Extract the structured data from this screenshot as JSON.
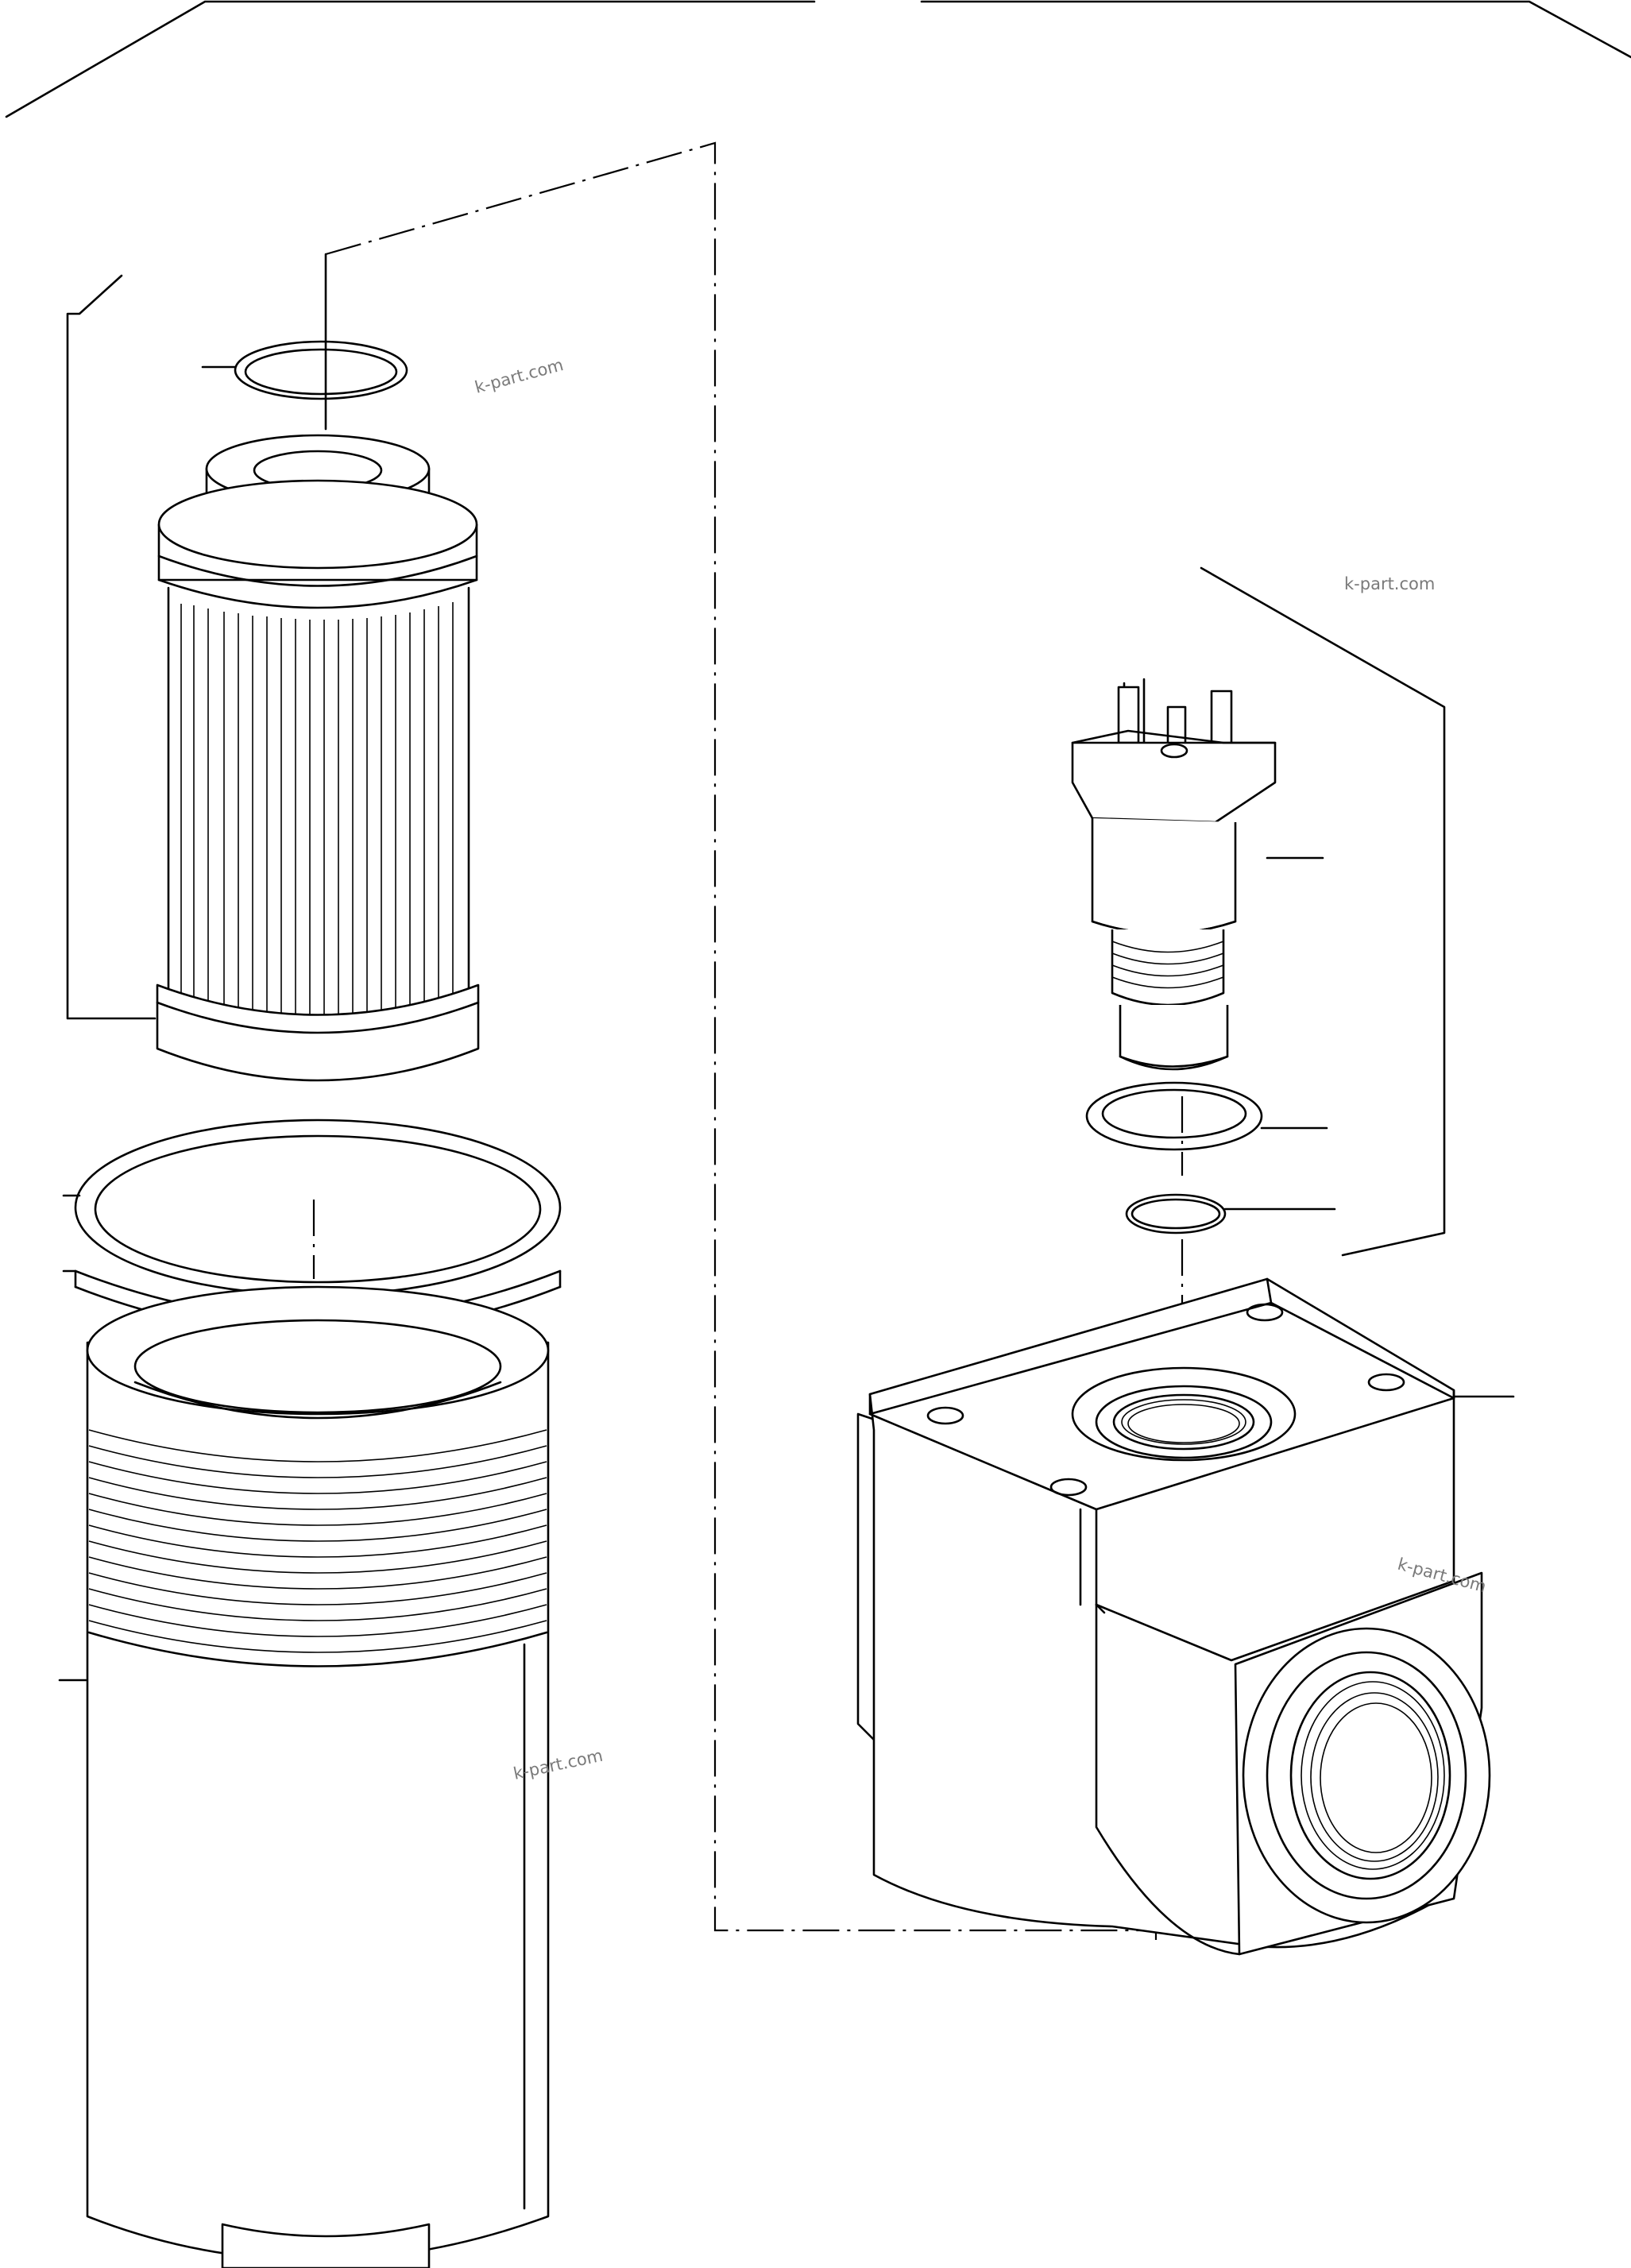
{
  "watermarks": {
    "wm1": "k-part.com",
    "wm2": "k-part.com",
    "wm3": "k-part.com",
    "wm4": "k-part.com"
  },
  "parts": [
    "oring-top",
    "filter-element",
    "seal-ring-large",
    "seal-ring-second",
    "filter-bowl",
    "pressure-switch",
    "sealing-washer",
    "oring-small",
    "filter-head"
  ],
  "colors": {
    "line": "#000000",
    "background": "#ffffff",
    "watermark": "#7a7a7a"
  }
}
